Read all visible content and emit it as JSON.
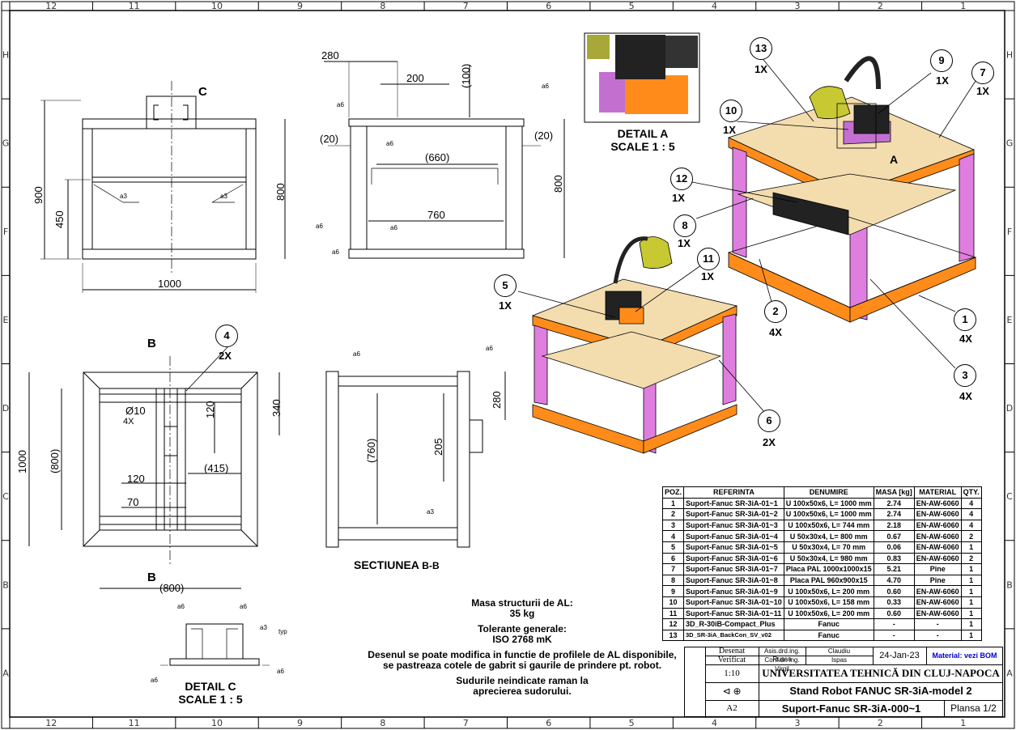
{
  "frame": {
    "col_labels": [
      "12",
      "11",
      "10",
      "9",
      "8",
      "7",
      "6",
      "5",
      "4",
      "3",
      "2",
      "1"
    ],
    "row_labels": [
      "H",
      "G",
      "F",
      "E",
      "D",
      "C",
      "B",
      "A"
    ]
  },
  "views": {
    "front": {
      "marker": "C",
      "dims": [
        "900",
        "450",
        "800",
        "1000"
      ],
      "weld": [
        "a3",
        "a3"
      ]
    },
    "section_side": {
      "dims": [
        "280",
        "200",
        "(100)",
        "(20)",
        "(20)",
        "(660)",
        "760",
        "800"
      ],
      "weld": [
        "a6",
        "a6",
        "a6",
        "a6",
        "a6",
        "a6"
      ]
    },
    "top": {
      "markers": [
        "B",
        "B"
      ],
      "dims": [
        "Ø10",
        "4X",
        "120",
        "340",
        "1000",
        "(800)",
        "120",
        "(415)",
        "70",
        "(800)"
      ]
    },
    "section_bb": {
      "title": "SECTIUNEA",
      "title_sub": "B-B",
      "dims": [
        "280",
        "(760)",
        "205"
      ],
      "weld": [
        "a6",
        "a6",
        "a3"
      ]
    },
    "detail_a": {
      "title": "DETAIL A",
      "scale": "SCALE 1 : 5"
    },
    "detail_c": {
      "title": "DETAIL C",
      "scale": "SCALE 1 : 5",
      "weld": [
        "a6",
        "a6",
        "a3",
        "typ",
        "a6",
        "a6"
      ]
    },
    "iso_marker": "A"
  },
  "balloons": [
    {
      "num": "13",
      "qty": "1X"
    },
    {
      "num": "9",
      "qty": "1X"
    },
    {
      "num": "7",
      "qty": "1X"
    },
    {
      "num": "10",
      "qty": "1X"
    },
    {
      "num": "12",
      "qty": "1X"
    },
    {
      "num": "8",
      "qty": "1X"
    },
    {
      "num": "11",
      "qty": "1X"
    },
    {
      "num": "5",
      "qty": "1X"
    },
    {
      "num": "4",
      "qty": "2X"
    },
    {
      "num": "2",
      "qty": "4X"
    },
    {
      "num": "1",
      "qty": "4X"
    },
    {
      "num": "3",
      "qty": "4X"
    },
    {
      "num": "6",
      "qty": "2X"
    }
  ],
  "bom": {
    "headers": [
      "POZ.",
      "REFERINTA",
      "DENUMIRE",
      "MASA [kg]",
      "MATERIAL",
      "QTY."
    ],
    "rows": [
      [
        "1",
        "Suport-Fanuc SR-3iA-01~1",
        "U 100x50x6, L= 1000 mm",
        "2.74",
        "EN-AW-6060",
        "4"
      ],
      [
        "2",
        "Suport-Fanuc SR-3iA-01~2",
        "U 100x50x6, L= 1000 mm",
        "2.74",
        "EN-AW-6060",
        "4"
      ],
      [
        "3",
        "Suport-Fanuc SR-3iA-01~3",
        "U 100x50x6, L= 744 mm",
        "2.18",
        "EN-AW-6060",
        "4"
      ],
      [
        "4",
        "Suport-Fanuc SR-3iA-01~4",
        "U 50x30x4, L= 800 mm",
        "0.67",
        "EN-AW-6060",
        "2"
      ],
      [
        "5",
        "Suport-Fanuc SR-3iA-01~5",
        "U 50x30x4, L= 70 mm",
        "0.06",
        "EN-AW-6060",
        "1"
      ],
      [
        "6",
        "Suport-Fanuc SR-3iA-01~6",
        "U 50x30x4, L= 980 mm",
        "0.83",
        "EN-AW-6060",
        "2"
      ],
      [
        "7",
        "Suport-Fanuc SR-3iA-01~7",
        "Placa PAL 1000x1000x15",
        "5.21",
        "Pine",
        "1"
      ],
      [
        "8",
        "Suport-Fanuc SR-3iA-01~8",
        "Placa PAL 960x900x15",
        "4.70",
        "Pine",
        "1"
      ],
      [
        "9",
        "Suport-Fanuc SR-3iA-01~9",
        "U 100x50x6, L= 200 mm",
        "0.60",
        "EN-AW-6060",
        "1"
      ],
      [
        "10",
        "Suport-Fanuc SR-3iA-01~10",
        "U 100x50x6, L= 158 mm",
        "0.33",
        "EN-AW-6060",
        "1"
      ],
      [
        "11",
        "Suport-Fanuc SR-3iA-01~11",
        "U 100x50x6, L= 200 mm",
        "0.60",
        "EN-AW-6060",
        "1"
      ],
      [
        "12",
        "3D_R-30iB-Compact_Plus",
        "Fanuc",
        "-",
        "-",
        "1"
      ],
      [
        "13",
        "3D_SR-3iA_BackCon_SV_v02",
        "Fanuc",
        "-",
        "-",
        "1"
      ]
    ]
  },
  "notes": {
    "mass_label": "Masa structurii de AL:",
    "mass_value": "35 kg",
    "tol_label": "Tolerante generale:",
    "tol_value": "ISO 2768 mK",
    "note1": "Desenul se poate modifica in functie de profilele de AL disponibile,",
    "note2": "se pastreaza cotele de gabrit si gaurile de prindere pt. robot.",
    "note3": "Sudurile neindicate raman la",
    "note4": "aprecierea sudorului."
  },
  "title_block": {
    "desenat": "Desenat",
    "verificat": "Verificat",
    "designer_title": "Asis.drd.ing. Rusan",
    "designer_name": "Claudiu",
    "checker_title": "Conf.dr. ing. Virgil",
    "checker_name": "Ispas",
    "date": "24-Jan-23",
    "material": "Material: vezi BOM",
    "scale": "1:10",
    "university": "UNIVERSITATEA TEHNICĂ DIN CLUJ-NAPOCA",
    "project": "Stand Robot FANUC SR-3iA-model 2",
    "format": "A2",
    "drawing_no": "Suport-Fanuc SR-3iA-000~1",
    "sheet": "Plansa 1/2"
  },
  "colors": {
    "frame_orange": "#ff8c1a",
    "leg_pink": "#e07ee0",
    "plate_pine": "#f3dcae",
    "robot_yellow": "#c8c832",
    "controller": "#222222",
    "bom_material_blue": "#0000cc"
  }
}
